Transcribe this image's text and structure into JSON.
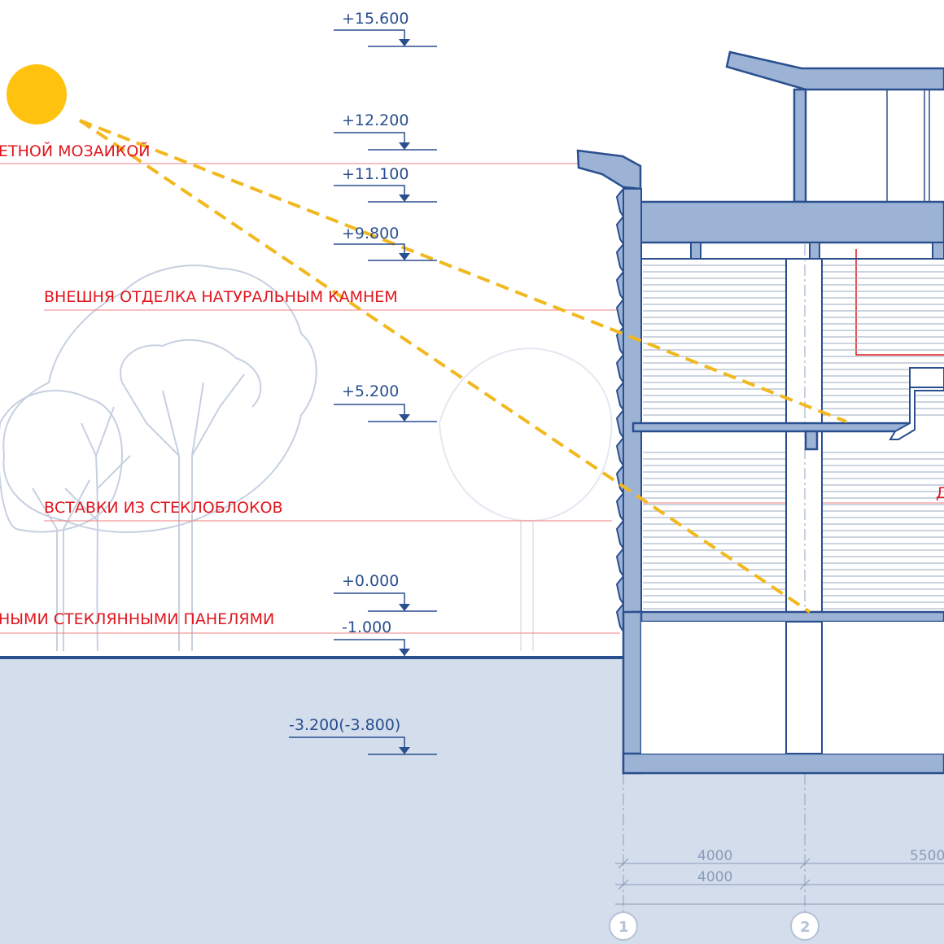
{
  "levels": [
    "+15.600",
    "+12.200",
    "+11.100",
    "+9.800",
    "+5.200",
    "+0.000",
    "-1.000",
    "-3.200(-3.800)"
  ],
  "annotations": {
    "mosaic": "ЕТНОЙ МОЗАИКОЙ",
    "stone": "ВНЕШНЯ ОТДЕЛКА НАТУРАЛЬНЫМ КАМНЕМ",
    "glassblocks": "ВСТАВКИ ИЗ СТЕКЛОБЛОКОВ",
    "panels": "НЫМИ СТЕКЛЯННЫМИ ПАНЕЛЯМИ",
    "cut_letter": "Д"
  },
  "dimensions": {
    "row1_a": "4000",
    "row1_b": "5500",
    "row2_a": "4000"
  },
  "axes": [
    "1",
    "2"
  ],
  "colors": {
    "line": "#2a4f8f",
    "wall_fill": "#9db3d6",
    "ground": "#d3ddec",
    "annotation": "#e0161e",
    "sun": "#ffc20e",
    "sunray": "#f2b81f",
    "tree": "#c6d0e0"
  }
}
